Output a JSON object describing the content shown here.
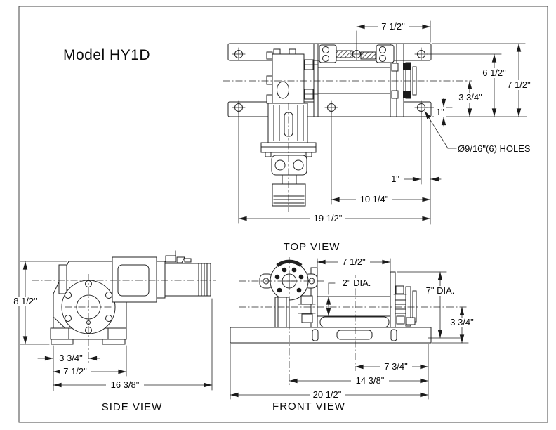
{
  "title": "Model HY1D",
  "views": {
    "top": {
      "label": "TOP VIEW",
      "dims": {
        "hole_span_top": "7 1/2\"",
        "height_hole_top": "6 1/2\"",
        "height_overall": "7 1/2\"",
        "height_center": "3 3/4\"",
        "hole_edge_vertical": "1\"",
        "hole_edge_horizontal": "1\"",
        "hole_span_bottom": "10 1/4\"",
        "overall_width": "19 1/2\"",
        "holes_note": "Ø9/16\"(6) HOLES"
      }
    },
    "side": {
      "label": "SIDE VIEW",
      "dims": {
        "overall_height": "8 1/2\"",
        "center_offset": "3 3/4\"",
        "housing_width": "7 1/2\"",
        "overall_length": "16 3/8\""
      }
    },
    "front": {
      "label": "FRONT VIEW",
      "dims": {
        "drum_length": "7 1/2\"",
        "drum_diameter": "2\" DIA.",
        "flange_diameter": "7\" DIA.",
        "center_height": "3 3/4\"",
        "center_to_edge": "7 3/4\"",
        "motor_to_edge": "14 3/8\"",
        "overall_width": "20 1/2\""
      }
    }
  }
}
